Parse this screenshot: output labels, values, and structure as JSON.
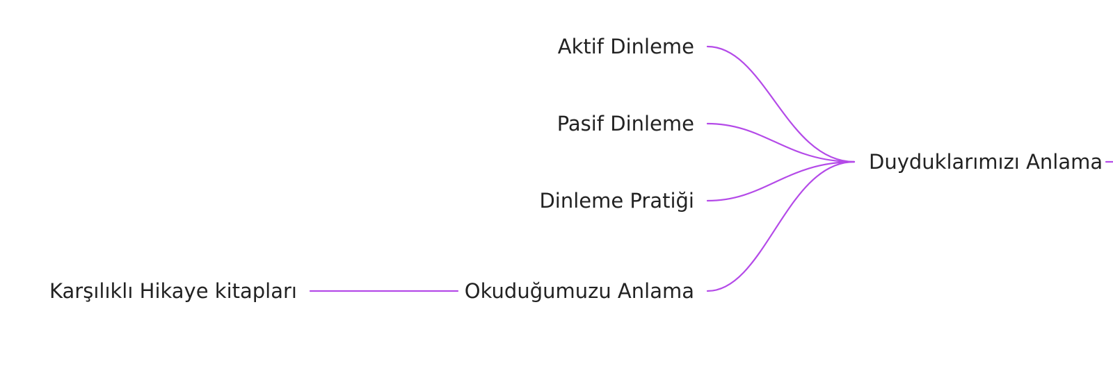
{
  "diagram": {
    "accent_color": "#b44ae8",
    "text_color": "#222222",
    "nodes": {
      "aktif": "Aktif Dinleme",
      "pasif": "Pasif Dinleme",
      "pratik": "Dinleme Pratiği",
      "okudugumuzu": "Okuduğumuzu Anlama",
      "karsilikli": "Karşılıklı Hikaye kitapları",
      "duyduklarimizi": "Duyduklarımızı Anlama"
    },
    "edges": [
      {
        "from": "aktif",
        "to": "duyduklarimizi"
      },
      {
        "from": "pasif",
        "to": "duyduklarimizi"
      },
      {
        "from": "pratik",
        "to": "duyduklarimizi"
      },
      {
        "from": "okudugumuzu",
        "to": "duyduklarimizi"
      },
      {
        "from": "karsilikli",
        "to": "okudugumuzu"
      }
    ]
  }
}
